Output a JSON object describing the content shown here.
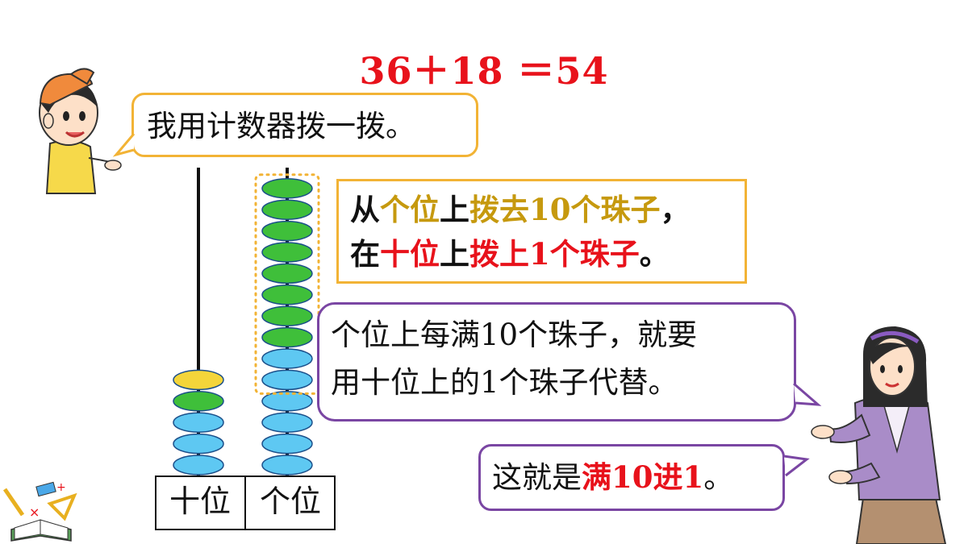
{
  "equation": "36＋18 ＝54",
  "boy_bubble": "我用计数器拨一拨。",
  "instruction": {
    "line1": [
      {
        "text": "从",
        "style": "plain"
      },
      {
        "text": "个位",
        "style": "gold"
      },
      {
        "text": "上",
        "style": "plain"
      },
      {
        "text": "拨去10个珠子",
        "style": "gold"
      },
      {
        "text": "，",
        "style": "plain"
      }
    ],
    "line2": [
      {
        "text": "在",
        "style": "plain"
      },
      {
        "text": "十位",
        "style": "red"
      },
      {
        "text": "上",
        "style": "plain"
      },
      {
        "text": "拨上1个珠子",
        "style": "red"
      },
      {
        "text": "。",
        "style": "plain"
      }
    ]
  },
  "rule_bubble": {
    "line1": "个位上每满10个珠子，就要",
    "line2": "用十位上的1个珠子代替。"
  },
  "conclusion": {
    "prefix": "这就是",
    "highlight": "满10进1",
    "suffix": "。"
  },
  "abacus": {
    "tens_label": "十位",
    "ones_label": "个位",
    "tens_beads": [
      "blue",
      "blue",
      "blue",
      "green",
      "yellow"
    ],
    "ones_beads": [
      "blue",
      "blue",
      "blue",
      "blue",
      "blue",
      "blue",
      "green",
      "green",
      "green",
      "green",
      "green",
      "green",
      "green",
      "green"
    ],
    "ones_group_size": 10
  },
  "colors": {
    "equation": "#e8121b",
    "gold_text": "#c6990e",
    "red_text": "#e8121b",
    "bubble_orange": "#f2b335",
    "bubble_purple": "#7a46a3",
    "bead_blue": "#5ec8f2",
    "bead_green": "#3fbf3a",
    "bead_yellow": "#f4d53a"
  }
}
